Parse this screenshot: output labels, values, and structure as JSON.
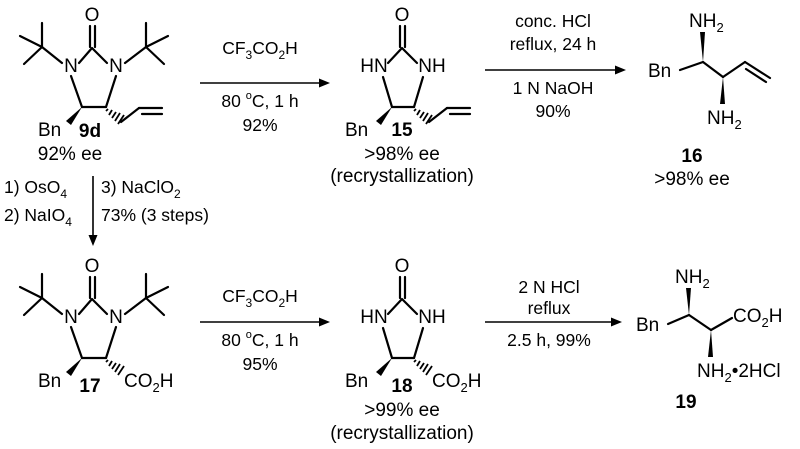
{
  "atoms": {
    "O": "O",
    "N": "N",
    "HN": "HN",
    "NH": "NH",
    "Bn": "Bn",
    "NH2": "NH",
    "sub2": "2",
    "CO": "CO",
    "H": "H",
    "dot2HCl": "•2HCl"
  },
  "compounds": {
    "c9d": {
      "id": "9d",
      "ee": "92% ee"
    },
    "c15": {
      "id": "15",
      "ee": ">98% ee",
      "note": "(recrystallization)"
    },
    "c16": {
      "id": "16",
      "ee": ">98% ee"
    },
    "c17": {
      "id": "17"
    },
    "c18": {
      "id": "18",
      "ee": ">99% ee",
      "note": "(recrystallization)"
    },
    "c19": {
      "id": "19"
    }
  },
  "steps": {
    "s1": {
      "reagent_a": "CF",
      "reagent_sub1": "3",
      "reagent_b": "CO",
      "reagent_sub2": "2",
      "reagent_c": "H",
      "temp_a": "80 ",
      "temp_sup": "o",
      "temp_b": "C, 1 h",
      "yield": "92%"
    },
    "s2": {
      "line1": "conc. HCl",
      "line2": "reflux, 24 h",
      "line3": "1 N NaOH",
      "yield": "90%"
    },
    "s3": {
      "line1a": "1) OsO",
      "line1sub": "4",
      "line1b": "3) NaClO",
      "line1bsub": "2",
      "line2a": "2) NaIO",
      "line2sub": "4",
      "line2b": "73% (3 steps)"
    },
    "s4": {
      "reagent_a": "CF",
      "reagent_sub1": "3",
      "reagent_b": "CO",
      "reagent_sub2": "2",
      "reagent_c": "H",
      "temp_a": "80 ",
      "temp_sup": "o",
      "temp_b": "C, 1 h",
      "yield": "95%"
    },
    "s5": {
      "line1": "2 N HCl",
      "line2": "reflux",
      "line3": "2.5 h, 99%"
    }
  }
}
